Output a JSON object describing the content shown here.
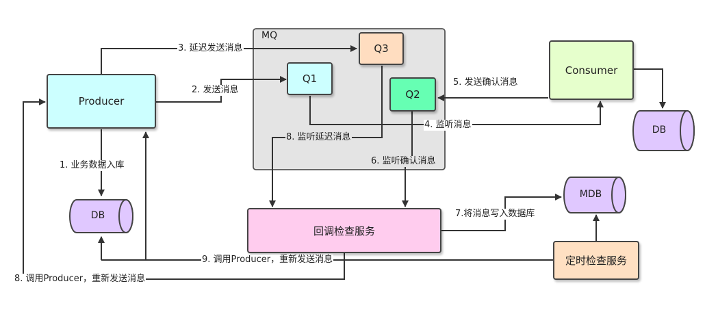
{
  "mq_title": "MQ",
  "nodes": {
    "producer": "Producer",
    "q1": "Q1",
    "q2": "Q2",
    "q3": "Q3",
    "consumer": "Consumer",
    "callback": "回调检查服务",
    "timer": "定时检查服务",
    "db_left": "DB",
    "db_right": "DB",
    "mdb": "MDB"
  },
  "edges": {
    "e1": "1. 业务数据入库",
    "e2": "2. 发送消息",
    "e3": "3. 延迟发送消息",
    "e4": "4. 监听消息",
    "e5": "5. 发送确认消息",
    "e6": "6. 监听确认消息",
    "e7": "7.将消息写入数据库",
    "e8a": "8. 监听延迟消息",
    "e8b": "8. 调用Producer，重新发送消息",
    "e9": "9. 调用Producer，重新发送消息"
  },
  "colors": {
    "producer": "#ccffff",
    "q1": "#ccffff",
    "q2": "#66ffb3",
    "q3": "#ffddc0",
    "consumer": "#e6ffcc",
    "callback": "#ffccee",
    "timer": "#ffe0c2",
    "db": "#e0c8ff",
    "mq_bg": "#e4e4e4"
  }
}
